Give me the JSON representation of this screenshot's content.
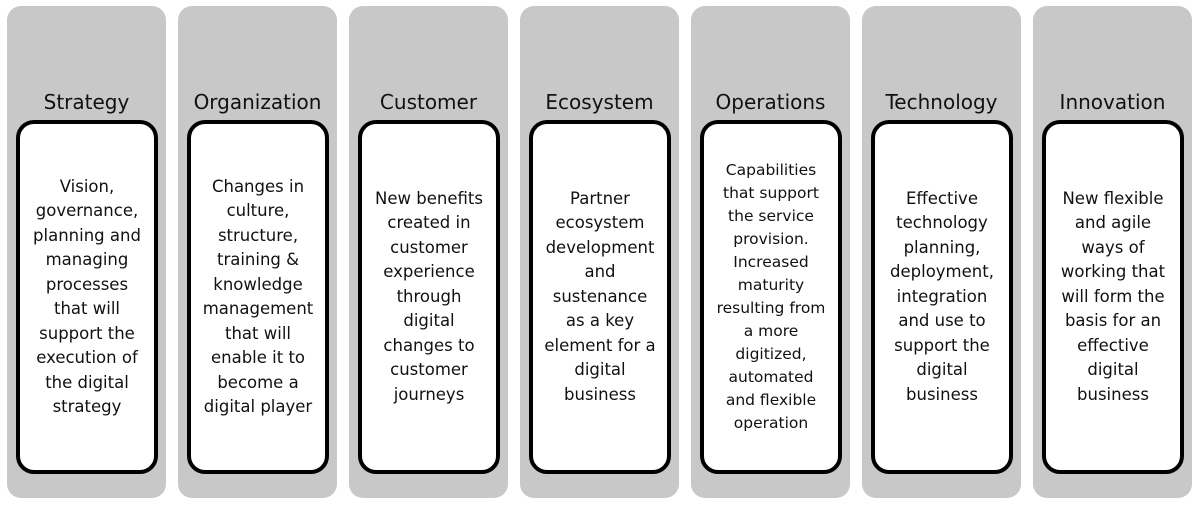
{
  "columns": [
    {
      "title": "Strategy",
      "lines": [
        "Vision,",
        "governance,",
        "planning and",
        "managing",
        "processes",
        "that will",
        "support the",
        "execution of",
        "the digital",
        "strategy"
      ]
    },
    {
      "title": "Organization",
      "lines": [
        "Changes in",
        "culture,",
        "structure,",
        "training &",
        "knowledge",
        "management",
        "that will",
        "enable it to",
        "become a",
        "digital player"
      ]
    },
    {
      "title": "Customer",
      "lines": [
        "New benefits",
        "created in",
        "customer",
        "experience",
        "through",
        "digital",
        "changes to",
        "customer",
        "journeys"
      ]
    },
    {
      "title": "Ecosystem",
      "lines": [
        "Partner",
        "ecosystem",
        "development",
        "and",
        "sustenance",
        "as a key",
        "element for a",
        "digital",
        "business"
      ]
    },
    {
      "title": "Operations",
      "lines": [
        "Capabilities",
        "that support",
        "the service",
        "provision.",
        "Increased",
        "maturity",
        "resulting from",
        "a more",
        "digitized,",
        "automated",
        "and flexible",
        "operation"
      ]
    },
    {
      "title": "Technology",
      "lines": [
        "Effective",
        "technology",
        "planning,",
        "deployment,",
        "integration",
        "and use to",
        "support the",
        "digital",
        "business"
      ]
    },
    {
      "title": "Innovation",
      "lines": [
        "New flexible",
        "and agile",
        "ways of",
        "working that",
        "will form the",
        "basis for an",
        "effective",
        "digital",
        "business"
      ]
    }
  ]
}
